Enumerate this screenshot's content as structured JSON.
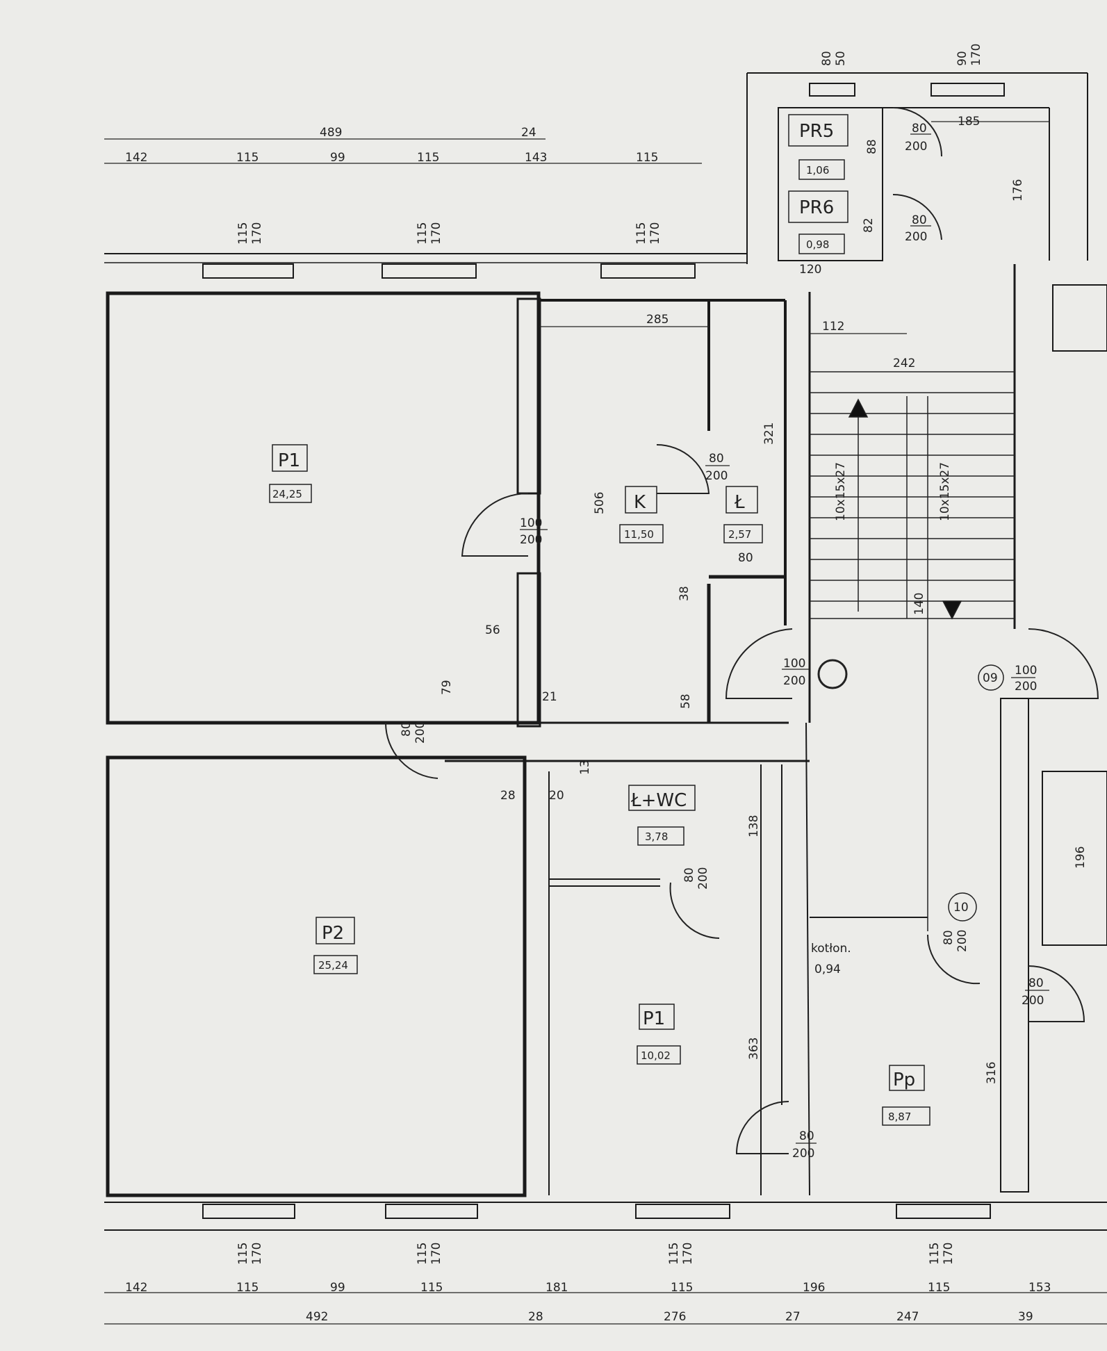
{
  "top_dims": {
    "overall_a": "489",
    "overall_b": "24",
    "segments": [
      "142",
      "115",
      "99",
      "115",
      "143",
      "115"
    ],
    "right_segments": [
      "185",
      "176",
      "242",
      "112"
    ]
  },
  "window_marks": {
    "w115_170": [
      "115",
      "170"
    ],
    "w80_50": [
      "80",
      "50"
    ],
    "w90_170": [
      "90",
      "170"
    ]
  },
  "bottom_dims": {
    "segments": [
      "142",
      "115",
      "99",
      "115",
      "181",
      "115",
      "196",
      "115",
      "153"
    ],
    "totals": [
      "492",
      "28",
      "276",
      "27",
      "247",
      "39"
    ]
  },
  "rooms": {
    "p1_large": {
      "label": "P1",
      "area": "24,25"
    },
    "p2": {
      "label": "P2",
      "area": "25,24"
    },
    "kitchen": {
      "label": "K",
      "area": "11,50"
    },
    "bath_small": {
      "label": "Ł",
      "area": "2,57"
    },
    "bath_wc": {
      "label": "Ł+WC",
      "area": "3,78"
    },
    "p1_small": {
      "label": "P1",
      "area": "10,02"
    },
    "hall": {
      "label": "Pp",
      "area": "8,87"
    },
    "pr5": {
      "label": "PR5",
      "area": "1,06"
    },
    "pr6": {
      "label": "PR6",
      "area": "0,98"
    },
    "boiler": {
      "label": "kotłon.",
      "area": "0,94"
    }
  },
  "doors": {
    "d100_200": [
      "100",
      "200"
    ],
    "d80_200": [
      "80",
      "200"
    ]
  },
  "interior_dims": {
    "k_width": "285",
    "k_height": "506",
    "l_height": "321",
    "l_width": "80",
    "stair_hole": "140",
    "stair_left": "10x15x27",
    "stair_right": "10x15x27",
    "d56": "56",
    "d79": "79",
    "d38": "38",
    "d58": "58",
    "d21": "21",
    "d28": "28",
    "d20": "20",
    "d13": "13",
    "d138": "138",
    "d363": "363",
    "d316": "316",
    "d196": "196",
    "d120": "120",
    "d88": "88",
    "d82": "82"
  },
  "markers": {
    "m09": "09",
    "m10": "10"
  }
}
